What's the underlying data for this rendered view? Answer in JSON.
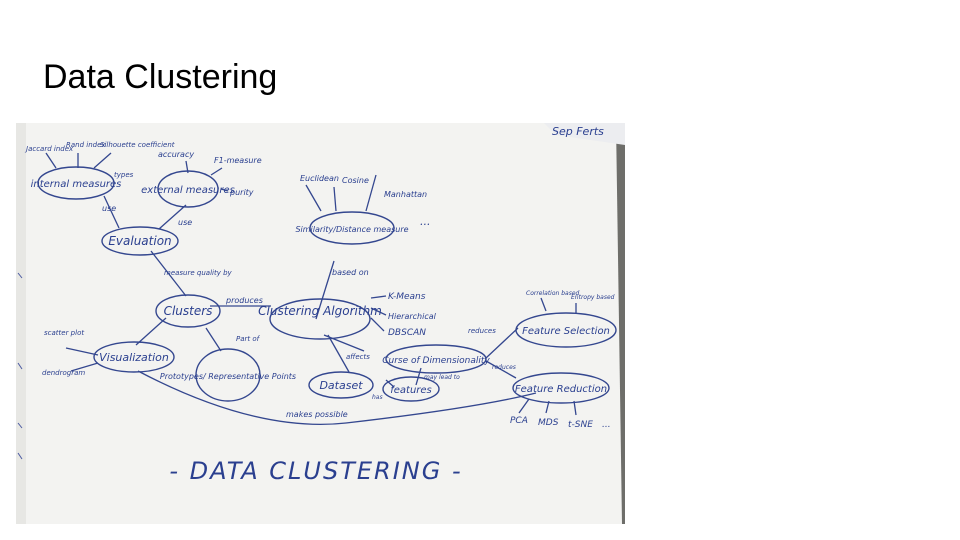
{
  "slide": {
    "title": "Data Clustering"
  },
  "photo": {
    "colors": {
      "ink": "#2a3f8f",
      "paper": "#f4f4f2",
      "background": "#6b6b68"
    },
    "nodes": {
      "clustering_algorithm": "Clustering Algorithm",
      "clusters": "Clusters",
      "evaluation": "Evaluation",
      "internal_measures": "internal measures",
      "external_measures": "external measures",
      "similarity_measure": "Similarity/Distance measure",
      "visualization": "Visualization",
      "prototypes": "Prototypes/ Representative Points",
      "dataset": "Dataset",
      "features": "features",
      "curse": "Curse of Dimensionality",
      "feature_selection": "Feature Selection",
      "feature_reduction": "Feature Reduction"
    },
    "leaves": {
      "jaccard": "Jaccard index",
      "rand": "Rand index",
      "silhouette": "Silhouette coefficient",
      "accuracy": "accuracy",
      "f_measure": "F1-measure",
      "purity": "purity",
      "euclidean": "Euclidean",
      "cosine": "Cosine",
      "manhattan": "Manhattan",
      "ellipsis": "...",
      "kmeans": "K-Means",
      "hierarchical": "Hierarchical",
      "dbscan": "DBSCAN",
      "scatter": "scatter plot",
      "dendrogram": "dendrogram",
      "correlation": "Correlation based",
      "entropy": "Entropy based",
      "pca": "PCA",
      "mds": "MDS",
      "tsne": "t-SNE",
      "pca_ellipsis": "..."
    },
    "edges": {
      "use1": "use",
      "use2": "use",
      "types": "types",
      "measure_quality": "measure quality by",
      "produces": "produces",
      "part_of": "Part of",
      "based_on": "based on",
      "reduces": "reduces",
      "affects": "affects",
      "may_lead": "may lead to",
      "has": "has",
      "makes_possible": "makes possible",
      "reduce2": "reduces"
    },
    "caption": "- DATA CLUSTERING -",
    "corner_text": "Sep Ferts"
  }
}
